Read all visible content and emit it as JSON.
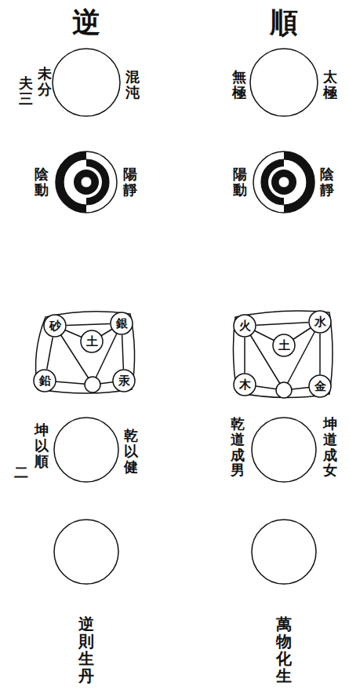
{
  "diagram": {
    "nodes": [
      {
        "text": [
          "未分",
          "夫三",
          "混沌"
        ]
      },
      {
        "text": [
          "陰動",
          "陽靜"
        ]
      },
      {
        "text": [
          "砂"
        ]
      },
      {
        "text": [
          "銀"
        ]
      },
      {
        "text": [
          "土"
        ]
      },
      {
        "text": [
          "鉛"
        ]
      },
      {
        "text": [
          "汞"
        ]
      },
      {
        "text": [
          "坤以順",
          "二",
          "乾以健"
        ]
      },
      {
        "text": [
          "逆則生丹"
        ]
      },
      {
        "text": [
          "無極",
          "太極"
        ]
      },
      {
        "text": [
          "陽動",
          "陰靜"
        ]
      },
      {
        "text": [
          "火"
        ]
      },
      {
        "text": [
          "水"
        ]
      },
      {
        "text": [
          "土"
        ]
      },
      {
        "text": [
          "木"
        ]
      },
      {
        "text": [
          "金"
        ]
      },
      {
        "text": [
          "乾道成男",
          "坤道成女"
        ]
      },
      {
        "text": [
          "萬物化生"
        ]
      }
    ],
    "edges": [
      {
        "from": 2,
        "to": 3,
        "arrow": "none"
      },
      {
        "from": 2,
        "to": 5,
        "arrow": "none"
      },
      {
        "from": 3,
        "to": 6,
        "arrow": "none"
      },
      {
        "from": 11,
        "to": 12,
        "arrow": "none"
      },
      {
        "from": 11,
        "to": 14,
        "arrow": "none"
      },
      {
        "from": 12,
        "to": 15,
        "arrow": "none"
      }
    ],
    "labels": [
      "逆",
      "順"
    ]
  }
}
